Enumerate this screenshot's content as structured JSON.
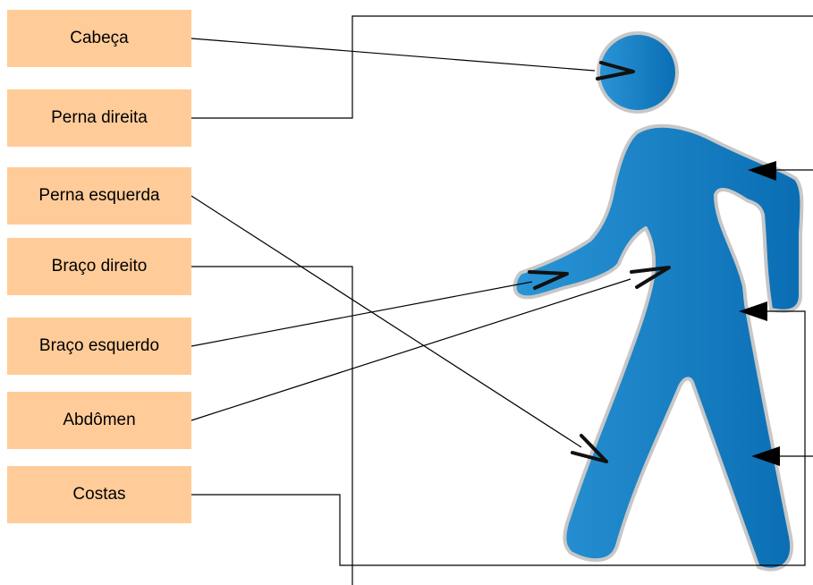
{
  "labels": [
    {
      "id": "cabeca",
      "text": "Cabeça"
    },
    {
      "id": "perna-direita",
      "text": "Perna direita"
    },
    {
      "id": "perna-esquerda",
      "text": "Perna esquerda"
    },
    {
      "id": "braco-direito",
      "text": "Braço direito"
    },
    {
      "id": "braco-esquerdo",
      "text": "Braço esquerdo"
    },
    {
      "id": "abdomen",
      "text": "Abdômen"
    },
    {
      "id": "costas",
      "text": "Costas"
    }
  ],
  "colors": {
    "box_fill": "#ffcc99",
    "figure_fill": "#1e88cc",
    "figure_dark": "#0a6db3",
    "figure_outline": "#c7c7c7",
    "connector": "#000000"
  },
  "figure": {
    "icon": "walking-person-icon"
  }
}
